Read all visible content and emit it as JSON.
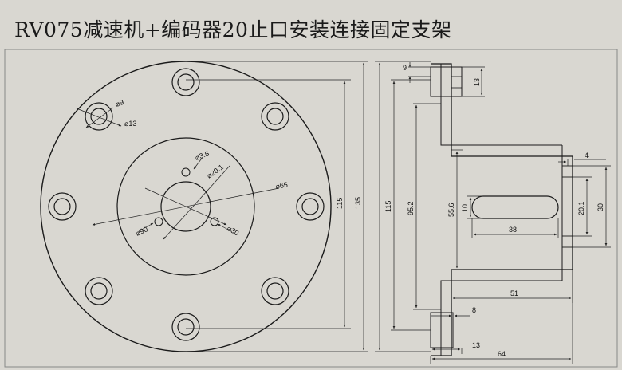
{
  "title": "RV075减速机+编码器20止口安装连接固定支架",
  "colors": {
    "background": "#d9d7d1",
    "line": "#1a1a1a",
    "dim_line": "#222"
  },
  "front_view": {
    "dims": {
      "hole_small": "⌀9",
      "hole_counterbore": "⌀13",
      "hole_pilot": "⌀3.5",
      "radius_20": "⌀20.1",
      "diam_65": "⌀65",
      "diam_90": "⌀90",
      "diam_30": "⌀30",
      "height_115": "115",
      "height_135": "135"
    }
  },
  "side_view": {
    "dims": {
      "top_9": "9",
      "top_13": "13",
      "h_115": "115",
      "h_95_2": "95.2",
      "h_55_6": "55.6",
      "h_10": "10",
      "slot_38": "38",
      "r_4": "4",
      "r_20_1": "20.1",
      "r_30": "30",
      "w_51": "51",
      "b_8": "8",
      "b_13": "13",
      "w_64": "64"
    }
  }
}
